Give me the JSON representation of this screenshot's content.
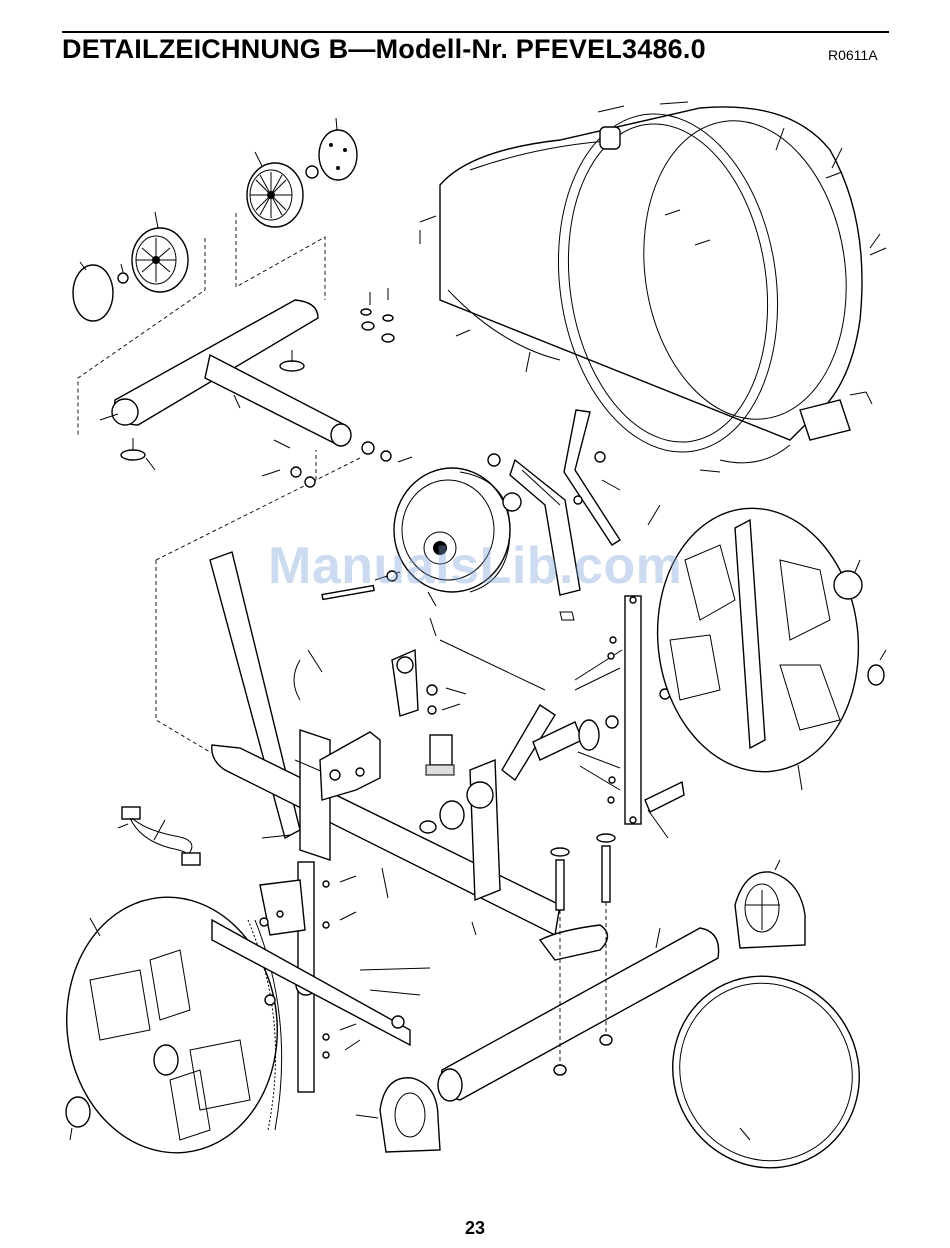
{
  "header": {
    "title": "DETAILZEICHNUNG B—Modell-Nr. PFEVEL3486.0",
    "code": "R0611A"
  },
  "watermark": "ManualsLib.com",
  "footer": {
    "page_number": "23"
  }
}
